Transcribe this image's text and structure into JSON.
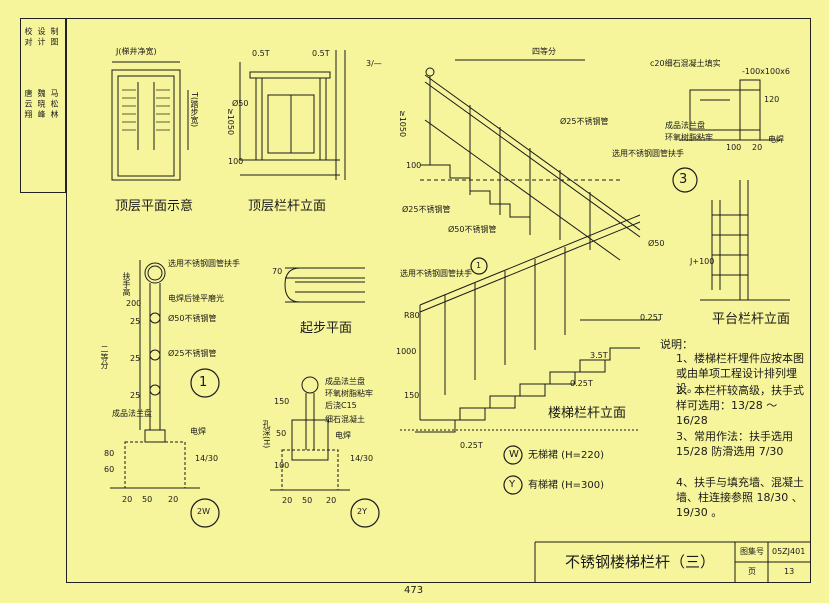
{
  "page_number": "473",
  "title_block": {
    "drawing_title": "不锈钢楼梯栏杆（三）",
    "atlas_label": "图集号",
    "atlas_number": "05ZJ401",
    "page_label": "页",
    "page_value": "13"
  },
  "left_bar": {
    "rows": [
      "校 对",
      "设 计",
      "制 图"
    ],
    "right_rows": [
      "唐 云 翔",
      "魏 晓 峰",
      "马 松 林"
    ]
  },
  "views": {
    "top_plan": {
      "caption": "顶层平面示意",
      "label_well": "J(梯井净宽)",
      "label_tread": "T(踏步宽)"
    },
    "top_railing": {
      "caption": "顶层栏杆立面",
      "dim_a": "0.5T",
      "dim_b": "0.5T",
      "dim_h": "≥1050",
      "dim_d": "Ø50",
      "dim_100": "100",
      "ref": "3/—"
    },
    "start_plan": {
      "caption": "起步平面",
      "dim_70": "70"
    },
    "section1": {
      "callout": "1",
      "labels": [
        "选用不锈钢圆管扶手",
        "电焊后锉平磨光",
        "Ø50不锈钢管",
        "Ø25不锈钢管",
        "成品法兰盘",
        "电焊"
      ],
      "dims": [
        "200",
        "25",
        "25",
        "25",
        "二等分",
        "80",
        "60",
        "20",
        "50",
        "20"
      ],
      "tags": [
        "扶手高",
        "14/30"
      ],
      "callout_2w": "2W"
    },
    "section2y": {
      "callout": "2Y",
      "labels": [
        "成品法兰盘",
        "环氧树脂粘牢",
        "后浇C15",
        "细石混凝土",
        "电焊"
      ],
      "dims": [
        "150",
        "50",
        "100",
        "20",
        "50",
        "20"
      ],
      "tags": [
        "孔深(H)",
        "14/30"
      ]
    },
    "stair_upper": {
      "labels": [
        "四等分",
        "Ø25不锈钢管",
        "选用不锈钢圆管扶手",
        "Ø25不锈钢管",
        "Ø50不锈钢管",
        "Ø50"
      ],
      "dims": [
        "≥1050",
        "100"
      ]
    },
    "detail3": {
      "callout": "3",
      "labels": [
        "c20细石混凝土填实",
        "-100x100x6",
        "成品法兰盘",
        "环氧树脂粘牢",
        "电焊"
      ],
      "dims": [
        "120",
        "100",
        "20"
      ]
    },
    "platform": {
      "caption": "平台栏杆立面",
      "label": "J+100"
    },
    "stair_lower": {
      "caption": "楼梯栏杆立面",
      "labels": [
        "选用不锈钢圆管扶手",
        "R80",
        "1000",
        "150",
        "0.25T",
        "3.5T",
        "0.25T",
        "0.25T"
      ],
      "ref": "1"
    },
    "legend": {
      "w_sym": "W",
      "w_text": "无梯裙 (H=220)",
      "y_sym": "Y",
      "y_text": "有梯裙 (H=300)"
    },
    "notes": {
      "heading": "说明：",
      "items": [
        "1、楼梯栏杆埋件应按本图或由单项工程设计排列埋设。",
        "2、本栏杆较高级，扶手式样可选用：13/28 ～ 16/28",
        "3、常用作法：扶手选用 15/28  防滑选用 7/30",
        "4、扶手与填充墙、混凝土墙、柱连接参照 18/30 、19/30 。"
      ]
    }
  }
}
